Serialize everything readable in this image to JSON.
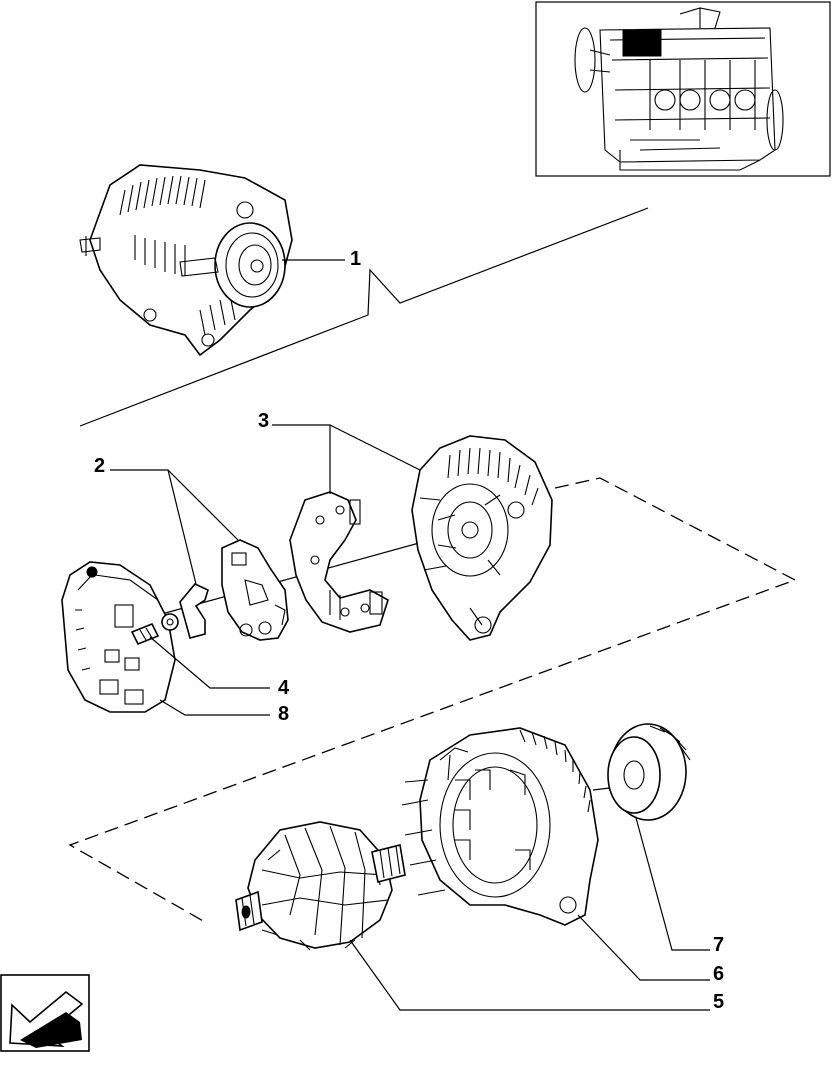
{
  "diagram": {
    "callouts": [
      {
        "id": "1",
        "label": "1"
      },
      {
        "id": "2",
        "label": "2"
      },
      {
        "id": "3",
        "label": "3"
      },
      {
        "id": "4",
        "label": "4"
      },
      {
        "id": "5",
        "label": "5"
      },
      {
        "id": "6",
        "label": "6"
      },
      {
        "id": "7",
        "label": "7"
      },
      {
        "id": "8",
        "label": "8"
      }
    ],
    "parts": [
      {
        "callout": "1",
        "icon": "alternator-assembly-icon"
      },
      {
        "callout": "2",
        "icon": "brush-holder-icon"
      },
      {
        "callout": "3",
        "icon": "rectifier-end-shield-icon"
      },
      {
        "callout": "4",
        "icon": "terminal-stud-icon"
      },
      {
        "callout": "5",
        "icon": "rotor-icon"
      },
      {
        "callout": "6",
        "icon": "stator-housing-icon"
      },
      {
        "callout": "7",
        "icon": "pulley-icon"
      },
      {
        "callout": "8",
        "icon": "rear-cover-icon"
      }
    ],
    "inset": {
      "icon": "engine-locator-icon"
    },
    "nav": {
      "icon": "back-arrow-icon"
    },
    "colors": {
      "line": "#000000",
      "background": "#ffffff",
      "highlight": "#000000"
    }
  }
}
